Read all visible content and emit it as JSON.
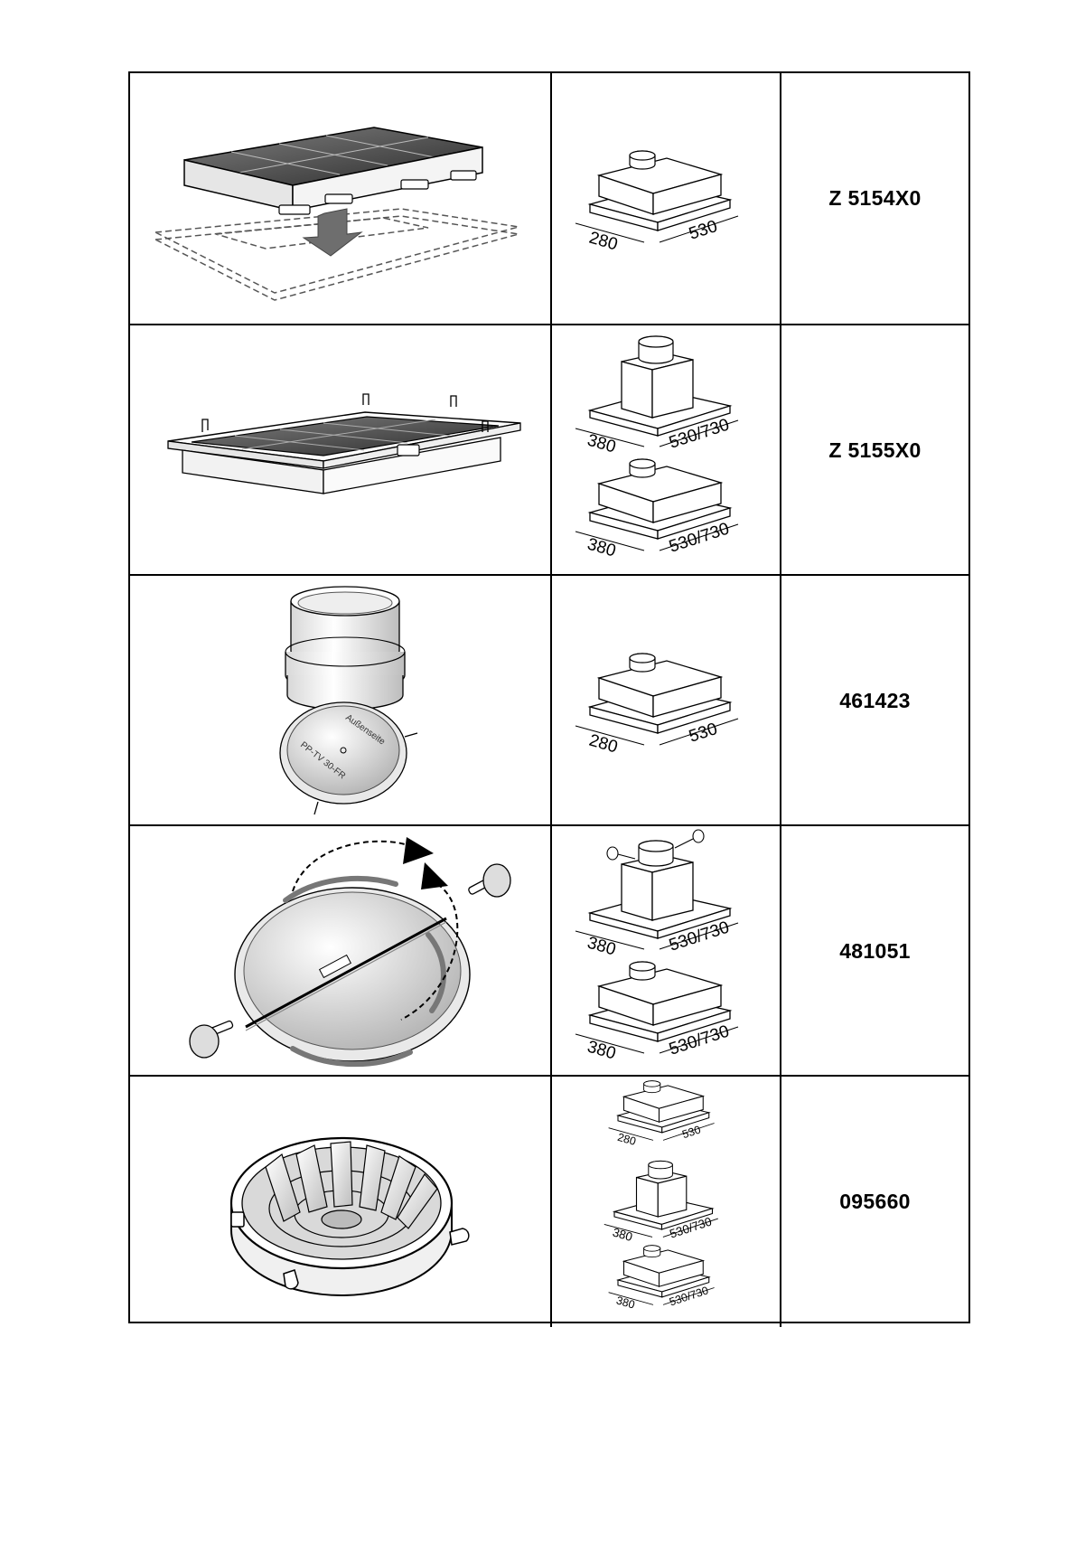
{
  "rows": [
    {
      "part_number": "Z 5154X0",
      "dims": [
        {
          "depth": "280",
          "width": "530"
        }
      ]
    },
    {
      "part_number": "Z 5155X0",
      "dims": [
        {
          "depth": "380",
          "width": "530/730"
        },
        {
          "depth": "380",
          "width": "530/730"
        }
      ]
    },
    {
      "part_number": "461423",
      "dims": [
        {
          "depth": "280",
          "width": "530"
        }
      ],
      "filter_labels": [
        "Außenseite",
        "PP-TV 30-FR"
      ]
    },
    {
      "part_number": "481051",
      "dims": [
        {
          "depth": "380",
          "width": "530/730"
        },
        {
          "depth": "380",
          "width": "530/730"
        }
      ]
    },
    {
      "part_number": "095660",
      "dims": [
        {
          "depth": "280",
          "width": "530"
        },
        {
          "depth": "380",
          "width": "530/730"
        },
        {
          "depth": "380",
          "width": "530/730"
        }
      ]
    }
  ]
}
